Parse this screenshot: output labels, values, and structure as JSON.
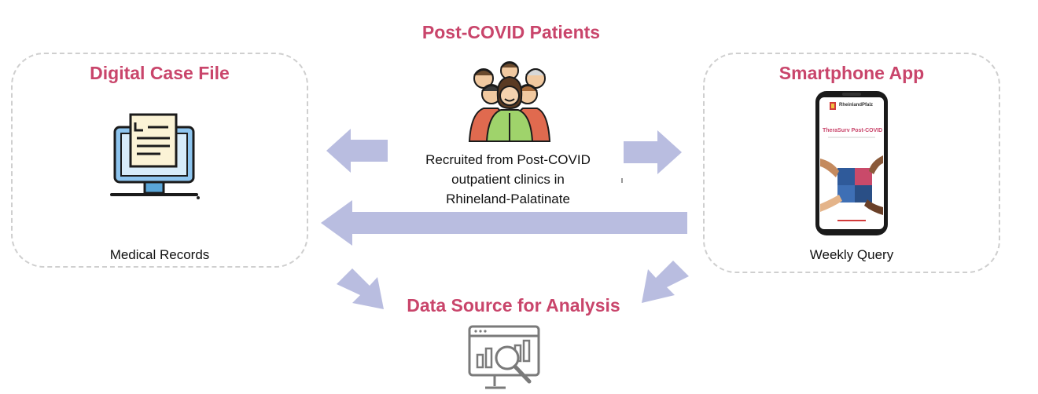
{
  "patients": {
    "title": "Post-COVID Patients",
    "description_lines": [
      "Recruited from Post-COVID",
      "outpatient clinics in",
      "Rhineland-Palatinate"
    ],
    "icon": "patient-group-icon"
  },
  "case_file": {
    "title": "Digital Case File",
    "caption": "Medical Records",
    "icon": "computer-document-icon"
  },
  "smartphone": {
    "title": "Smartphone App",
    "caption": "Weekly Query",
    "icon": "smartphone-app-icon",
    "screen": {
      "brand": "RheinlandPfalz",
      "app_name": "TheraSurv Post-COVID"
    }
  },
  "analysis": {
    "title": "Data Source for Analysis",
    "icon": "data-analysis-icon"
  },
  "colors": {
    "accent": "#c9456b",
    "arrow": "#b9bde0",
    "box_border": "#cfcfcf"
  }
}
